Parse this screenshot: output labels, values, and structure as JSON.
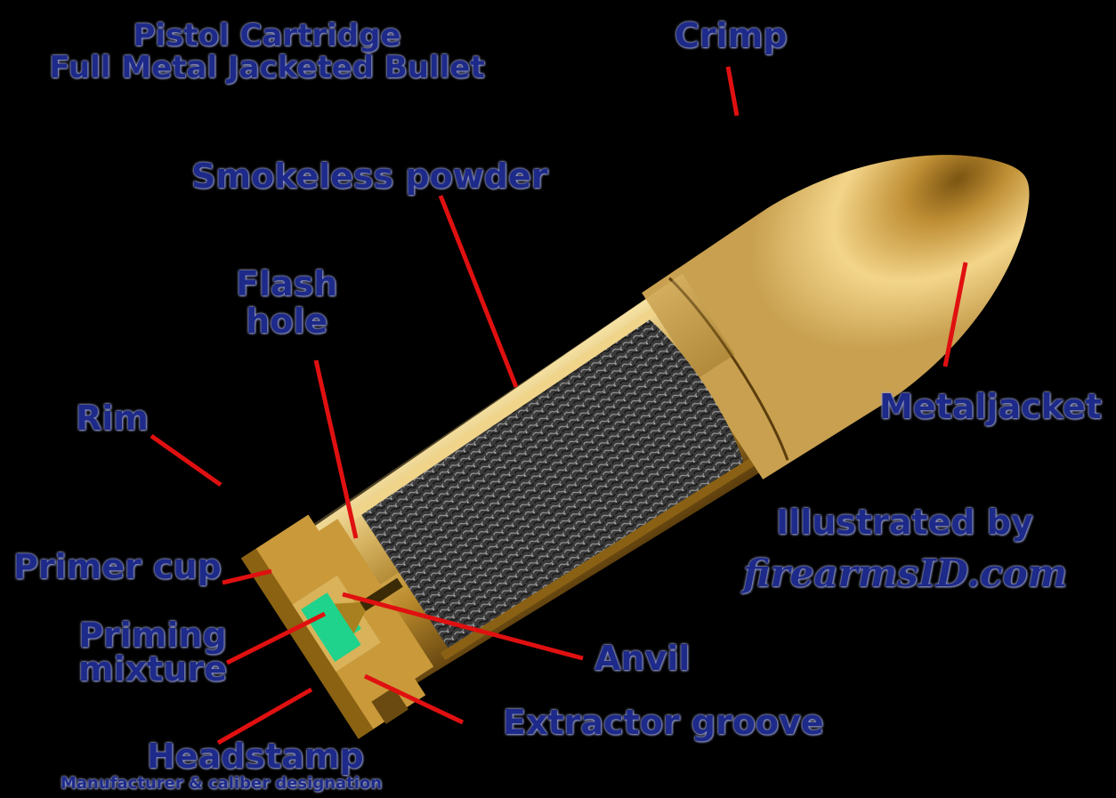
{
  "title": {
    "line1": "Pistol Cartridge",
    "line2": "Full Metal Jacketed Bullet"
  },
  "labels": {
    "crimp": "Crimp",
    "smokeless_powder": "Smokeless powder",
    "flash_hole_1": "Flash",
    "flash_hole_2": "hole",
    "rim": "Rim",
    "metal_jacket": "Metaljacket",
    "primer_cup": "Primer cup",
    "priming_mixture_1": "Priming",
    "priming_mixture_2": "mixture",
    "anvil": "Anvil",
    "extractor_groove": "Extractor groove",
    "headstamp": "Headstamp",
    "headstamp_sub": "Manufacturer & caliber designation"
  },
  "credit": {
    "line1": "Illustrated by",
    "line2": "firearmsID.com"
  },
  "colors": {
    "background": "#000000",
    "brass": "#c9a24a",
    "label_text": "#1d2a8a",
    "leader_line": "#e01010",
    "priming_mixture": "#22d08a",
    "powder": "#2a2a2a"
  }
}
